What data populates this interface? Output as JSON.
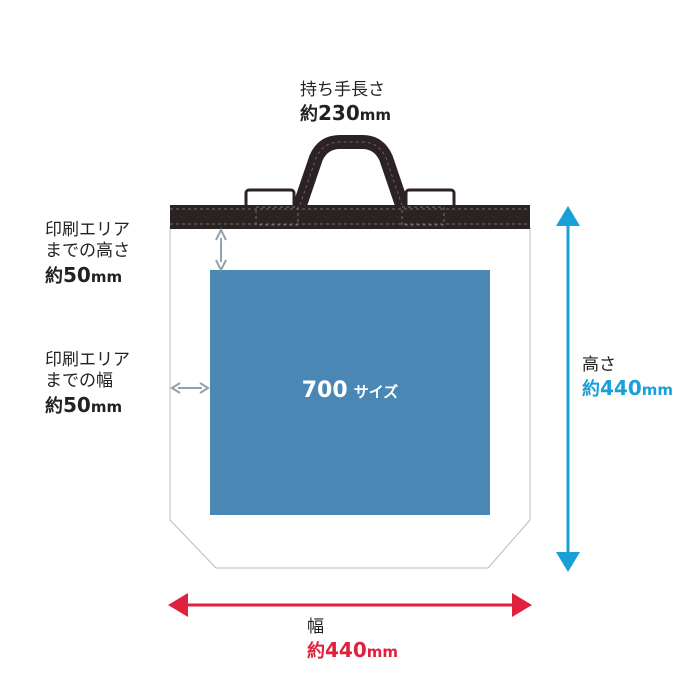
{
  "handle": {
    "label": "持ち手長さ",
    "value_prefix": "約",
    "value_number": "230",
    "value_unit": "mm"
  },
  "print_margin_top": {
    "line1": "印刷エリア",
    "line2": "までの高さ",
    "value_prefix": "約",
    "value_number": "50",
    "value_unit": "mm"
  },
  "print_margin_side": {
    "line1": "印刷エリア",
    "line2": "までの幅",
    "value_prefix": "約",
    "value_number": "50",
    "value_unit": "mm"
  },
  "height": {
    "label": "高さ",
    "value_prefix": "約",
    "value_number": "440",
    "value_unit": "mm",
    "color": "#1aa0d8"
  },
  "width": {
    "label": "幅",
    "value_prefix": "約",
    "value_number": "440",
    "value_unit": "mm",
    "color": "#e0203c"
  },
  "print_area": {
    "size_number": "700",
    "size_suffix": "サイズ",
    "color": "#4a87b4"
  },
  "colors": {
    "handle": "#2b2223",
    "margin_arrow": "#8fa3ad",
    "bag_outline": "#bbbbbb"
  }
}
